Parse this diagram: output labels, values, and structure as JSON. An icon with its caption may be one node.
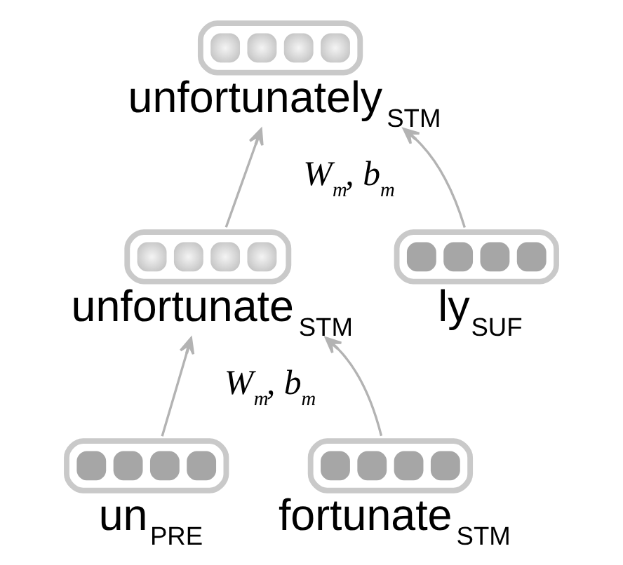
{
  "diagram": {
    "nodes": [
      {
        "text": [
          "unfortunately$_{STM}$"
        ]
      },
      {
        "text": [
          "unfortunate$_{STM}$"
        ]
      },
      {
        "text": [
          "ly$_{SUF}$"
        ]
      },
      {
        "text": [
          "un$_{PRE}$"
        ]
      },
      {
        "text": [
          "fortunate$_{STM}$"
        ]
      }
    ],
    "edges": [
      {
        "from": 1,
        "to": 0,
        "arrow": "to"
      },
      {
        "from": 2,
        "to": 0,
        "arrow": "to"
      },
      {
        "from": 3,
        "to": 1,
        "arrow": "to"
      },
      {
        "from": 4,
        "to": 1,
        "arrow": "to"
      }
    ],
    "labels": [
      "W$_{m}$, b$_{m}$",
      "W$_{m}$, b$_{m}$"
    ]
  }
}
